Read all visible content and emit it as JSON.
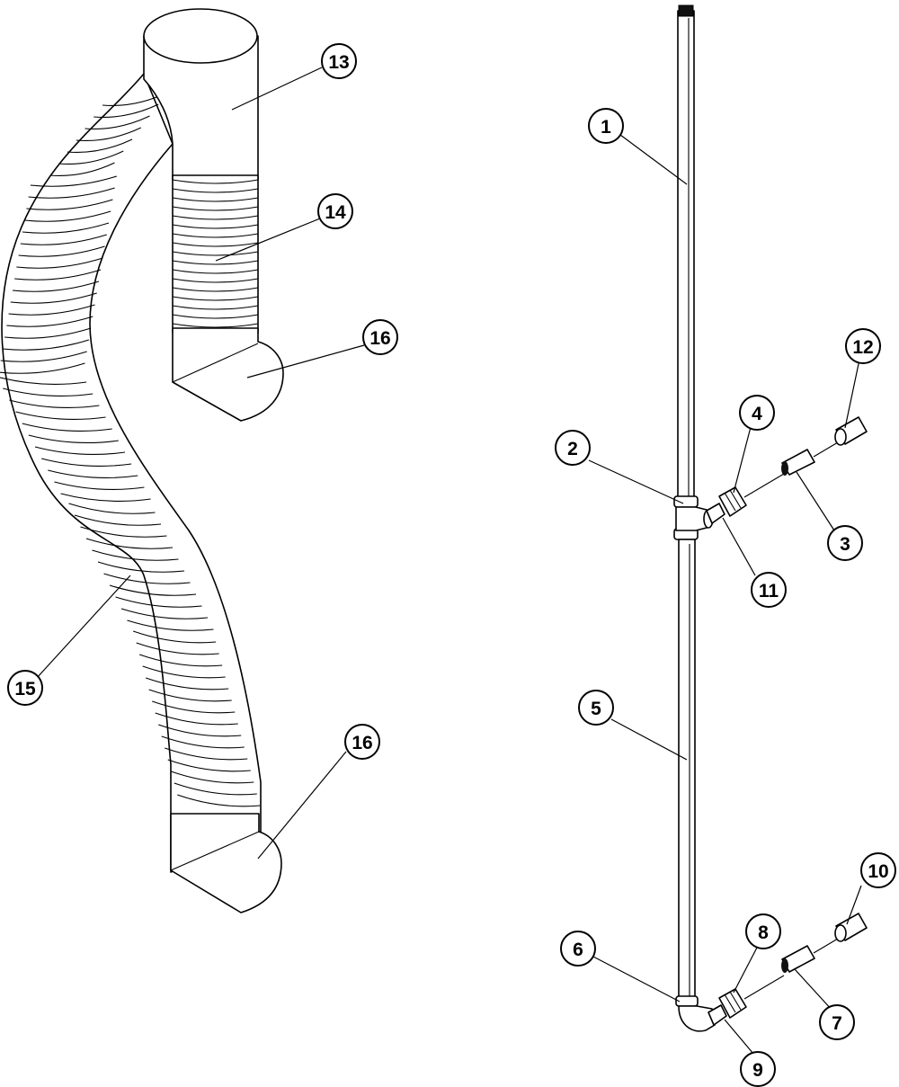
{
  "diagram": {
    "callouts": [
      {
        "id": "c1",
        "label": "1"
      },
      {
        "id": "c2",
        "label": "2"
      },
      {
        "id": "c3",
        "label": "3"
      },
      {
        "id": "c4",
        "label": "4"
      },
      {
        "id": "c5",
        "label": "5"
      },
      {
        "id": "c6",
        "label": "6"
      },
      {
        "id": "c7",
        "label": "7"
      },
      {
        "id": "c8",
        "label": "8"
      },
      {
        "id": "c9",
        "label": "9"
      },
      {
        "id": "c10",
        "label": "10"
      },
      {
        "id": "c11",
        "label": "11"
      },
      {
        "id": "c12",
        "label": "12"
      },
      {
        "id": "c13",
        "label": "13"
      },
      {
        "id": "c14",
        "label": "14"
      },
      {
        "id": "c15",
        "label": "15"
      },
      {
        "id": "c16a",
        "label": "16"
      },
      {
        "id": "c16b",
        "label": "16"
      }
    ]
  }
}
